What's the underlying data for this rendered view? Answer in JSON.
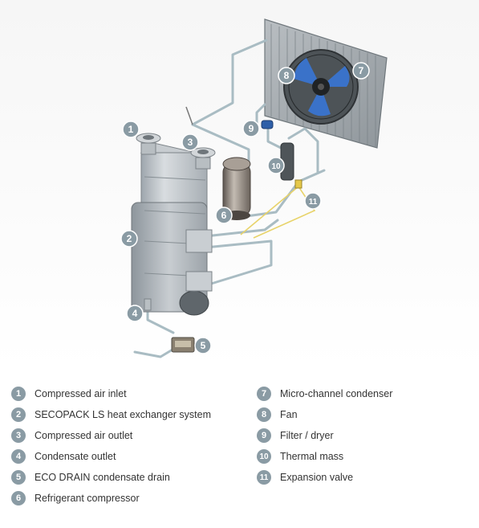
{
  "callouts": [
    "1",
    "2",
    "3",
    "4",
    "5",
    "6",
    "7",
    "8",
    "9",
    "10",
    "11"
  ],
  "legend": {
    "left": [
      {
        "number": "1",
        "label": "Compressed air inlet"
      },
      {
        "number": "2",
        "label": "SECOPACK LS heat exchanger system"
      },
      {
        "number": "3",
        "label": "Compressed air outlet"
      },
      {
        "number": "4",
        "label": "Condensate outlet"
      },
      {
        "number": "5",
        "label": "ECO DRAIN condensate drain"
      },
      {
        "number": "6",
        "label": "Refrigerant compressor"
      }
    ],
    "right": [
      {
        "number": "7",
        "label": "Micro-channel condenser"
      },
      {
        "number": "8",
        "label": "Fan"
      },
      {
        "number": "9",
        "label": "Filter / dryer"
      },
      {
        "number": "10",
        "label": "Thermal mass"
      },
      {
        "number": "11",
        "label": "Expansion valve"
      }
    ]
  },
  "colors": {
    "callout_badge": "#8a9ba4",
    "fan_blade": "#3a72c9",
    "pipe": "#a9bcc3",
    "refrigerant_line": "#e8d36a"
  }
}
